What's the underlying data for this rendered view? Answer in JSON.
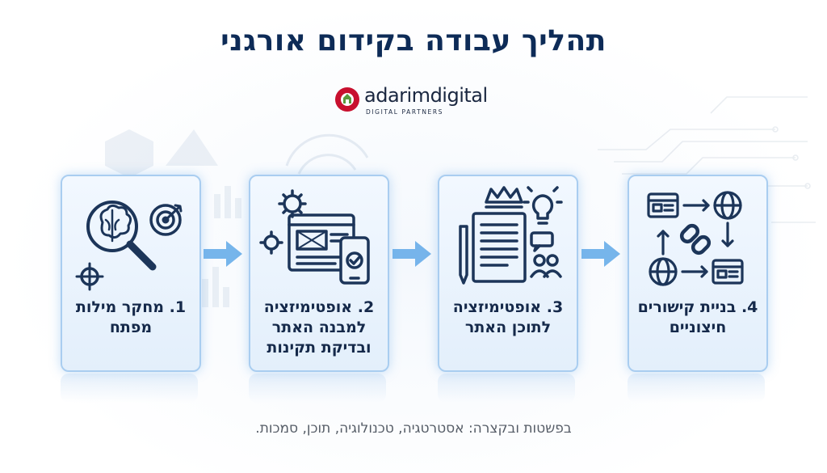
{
  "title": "תהליך עבודה בקידום אורגני",
  "logo": {
    "wordmark_main": "adarim",
    "wordmark_accent": "digital",
    "subtitle": "DIGITAL PARTNERS",
    "brand_red": "#c8102e",
    "brand_green": "#5a9a3c"
  },
  "steps": [
    {
      "label": "1. מחקר מילות מפתח",
      "icon": "brain-magnifier-target-icon"
    },
    {
      "label": "2. אופטימיזציה למבנה האתר ובדיקת תקינות",
      "icon": "website-gears-mobile-icon"
    },
    {
      "label": "3. אופטימיזציה לתוכן האתר",
      "icon": "document-crown-lightbulb-icon"
    },
    {
      "label": "4. בניית קישורים חיצוניים",
      "icon": "link-globe-network-icon"
    }
  ],
  "footer": "בפשטות ובקצרה: אסטרטגיה, טכנולוגיה, תוכן, סמכות.",
  "colors": {
    "title": "#0d2b57",
    "card_border": "#a9cdf0",
    "icon_stroke": "#1c3559",
    "arrow": "#5fa8e8"
  }
}
